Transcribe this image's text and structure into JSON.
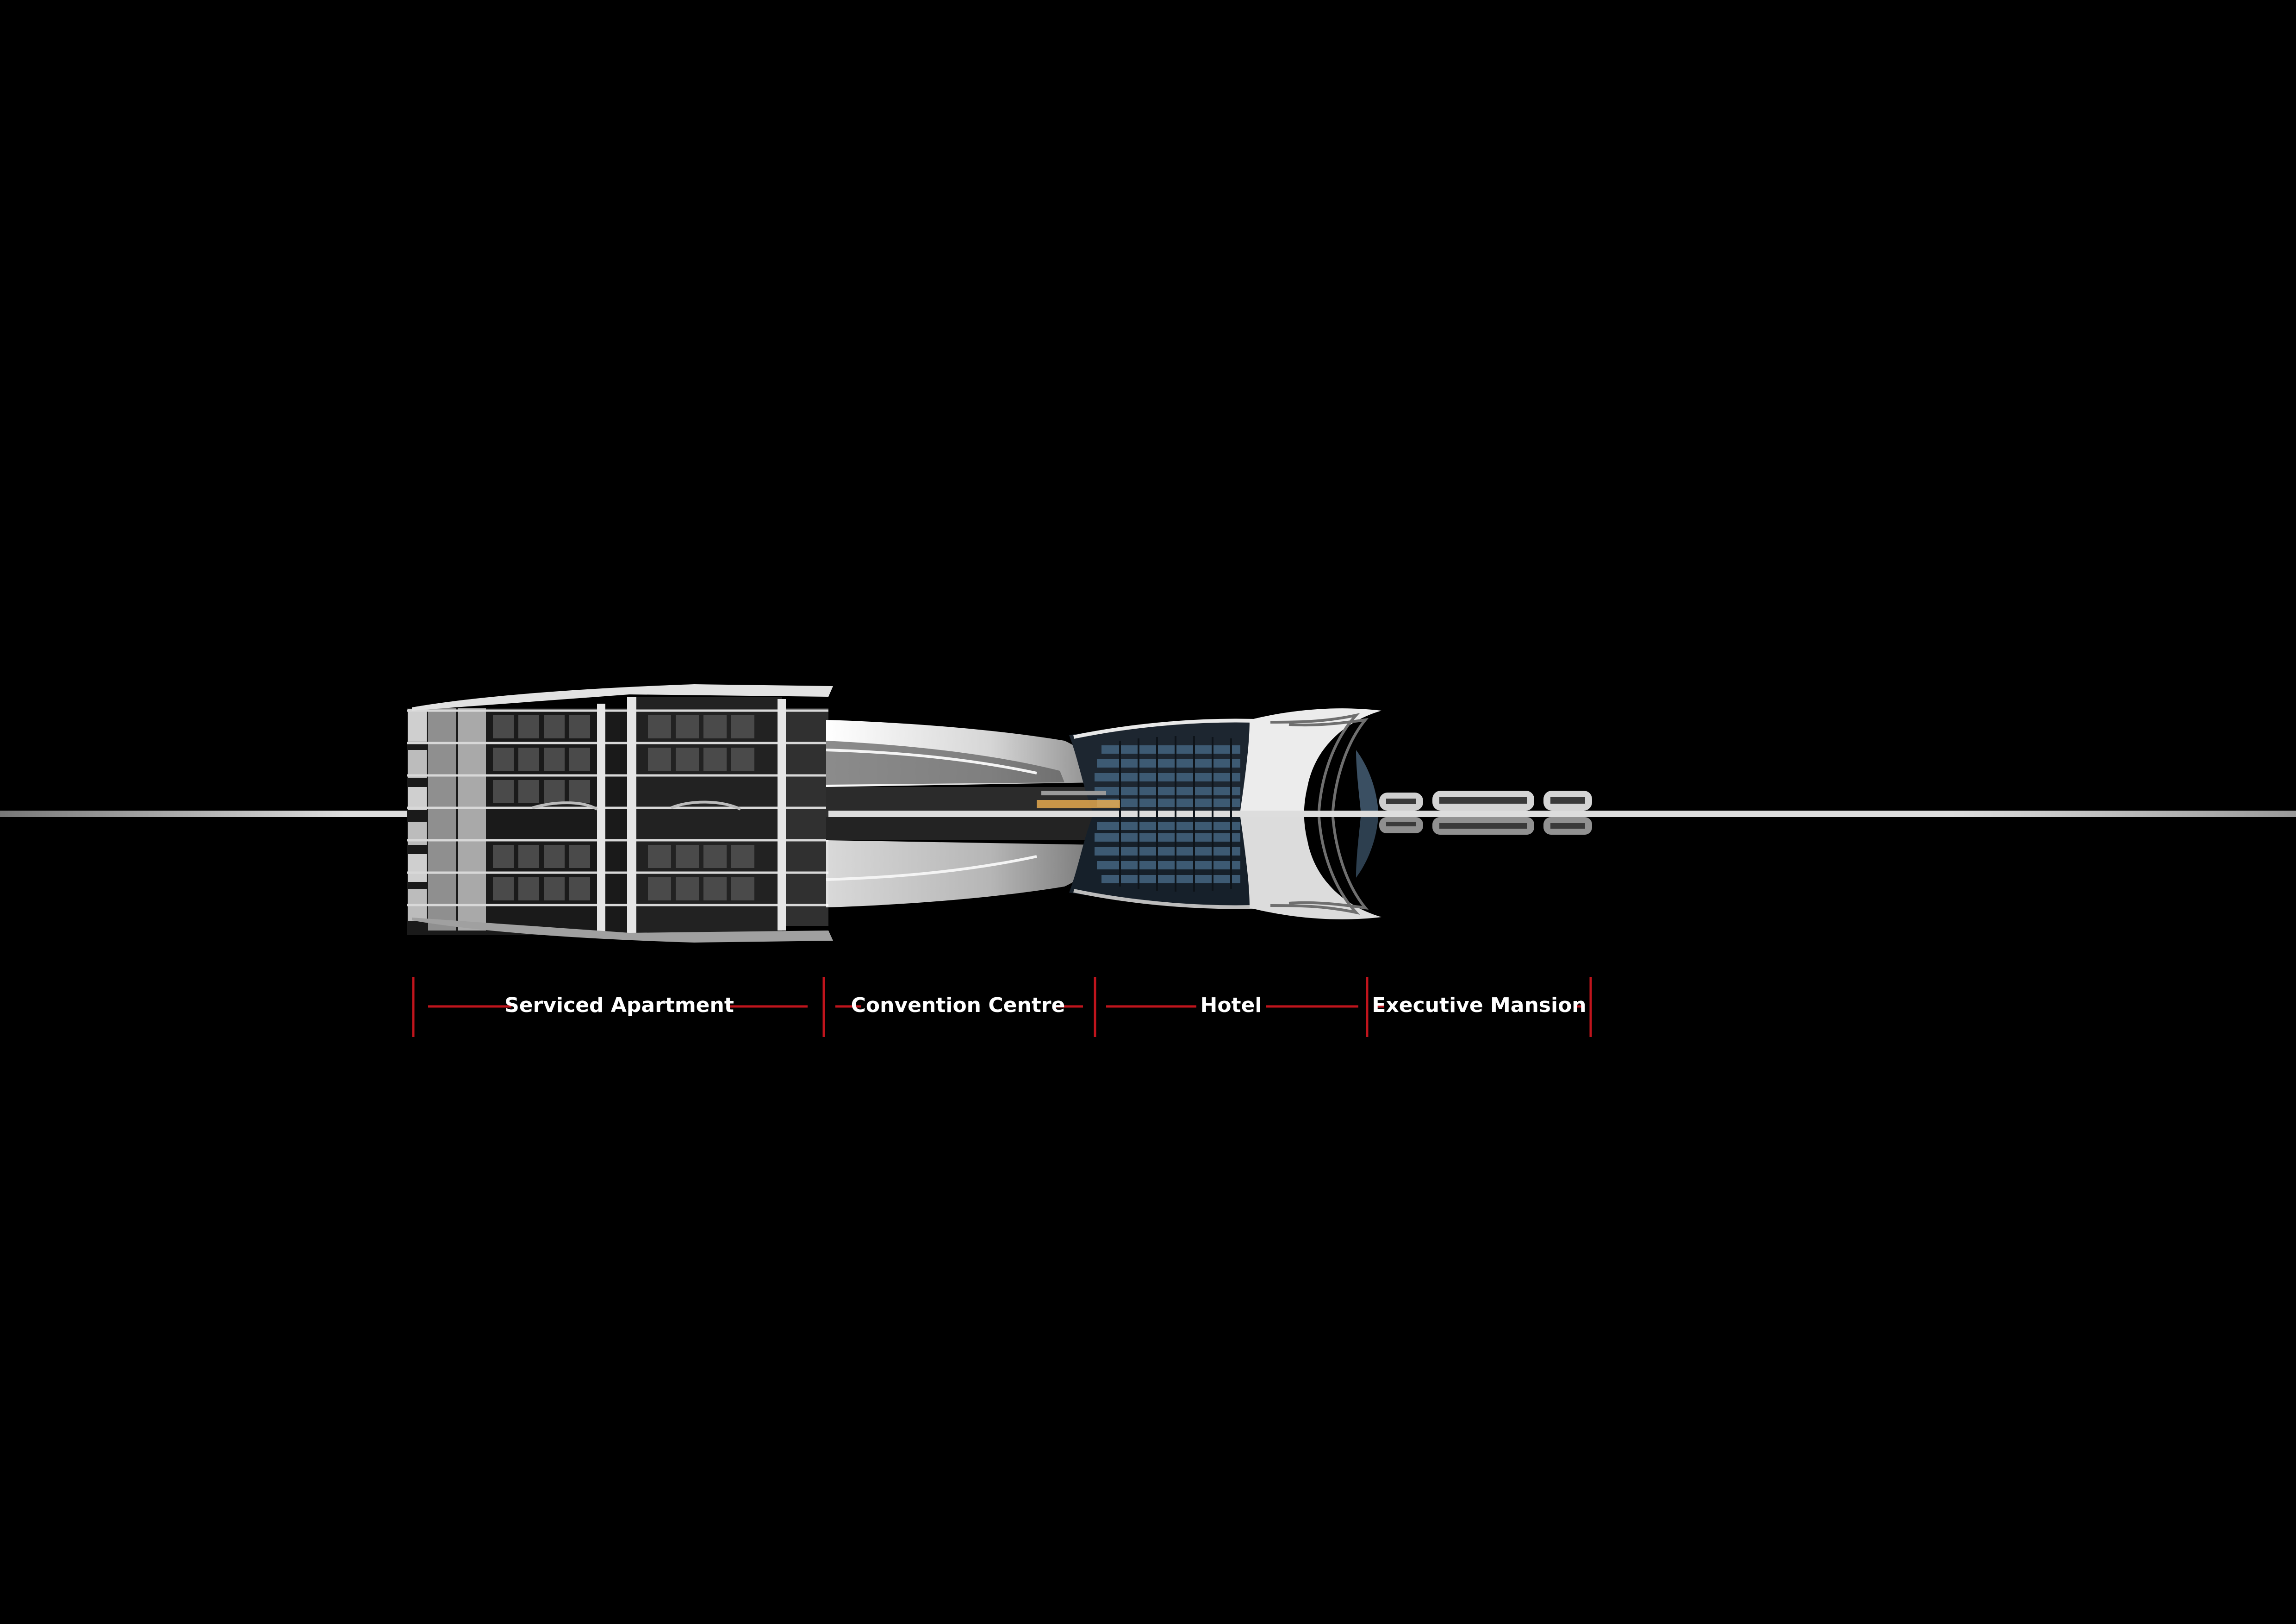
{
  "zones": [
    {
      "label": "Serviced Apartment"
    },
    {
      "label": "Convention Centre"
    },
    {
      "label": "Hotel"
    },
    {
      "label": "Executive Mansion"
    }
  ],
  "colors": {
    "background": "#000000",
    "divider": "#c0141c",
    "label": "#ffffff",
    "ground_line": "#d9d9d9",
    "building_light": "#e8e8e8",
    "building_mid": "#8a8a8a",
    "building_dark": "#2a2a2a",
    "glass": "#3d5a73",
    "warm_light": "#f0b050"
  }
}
